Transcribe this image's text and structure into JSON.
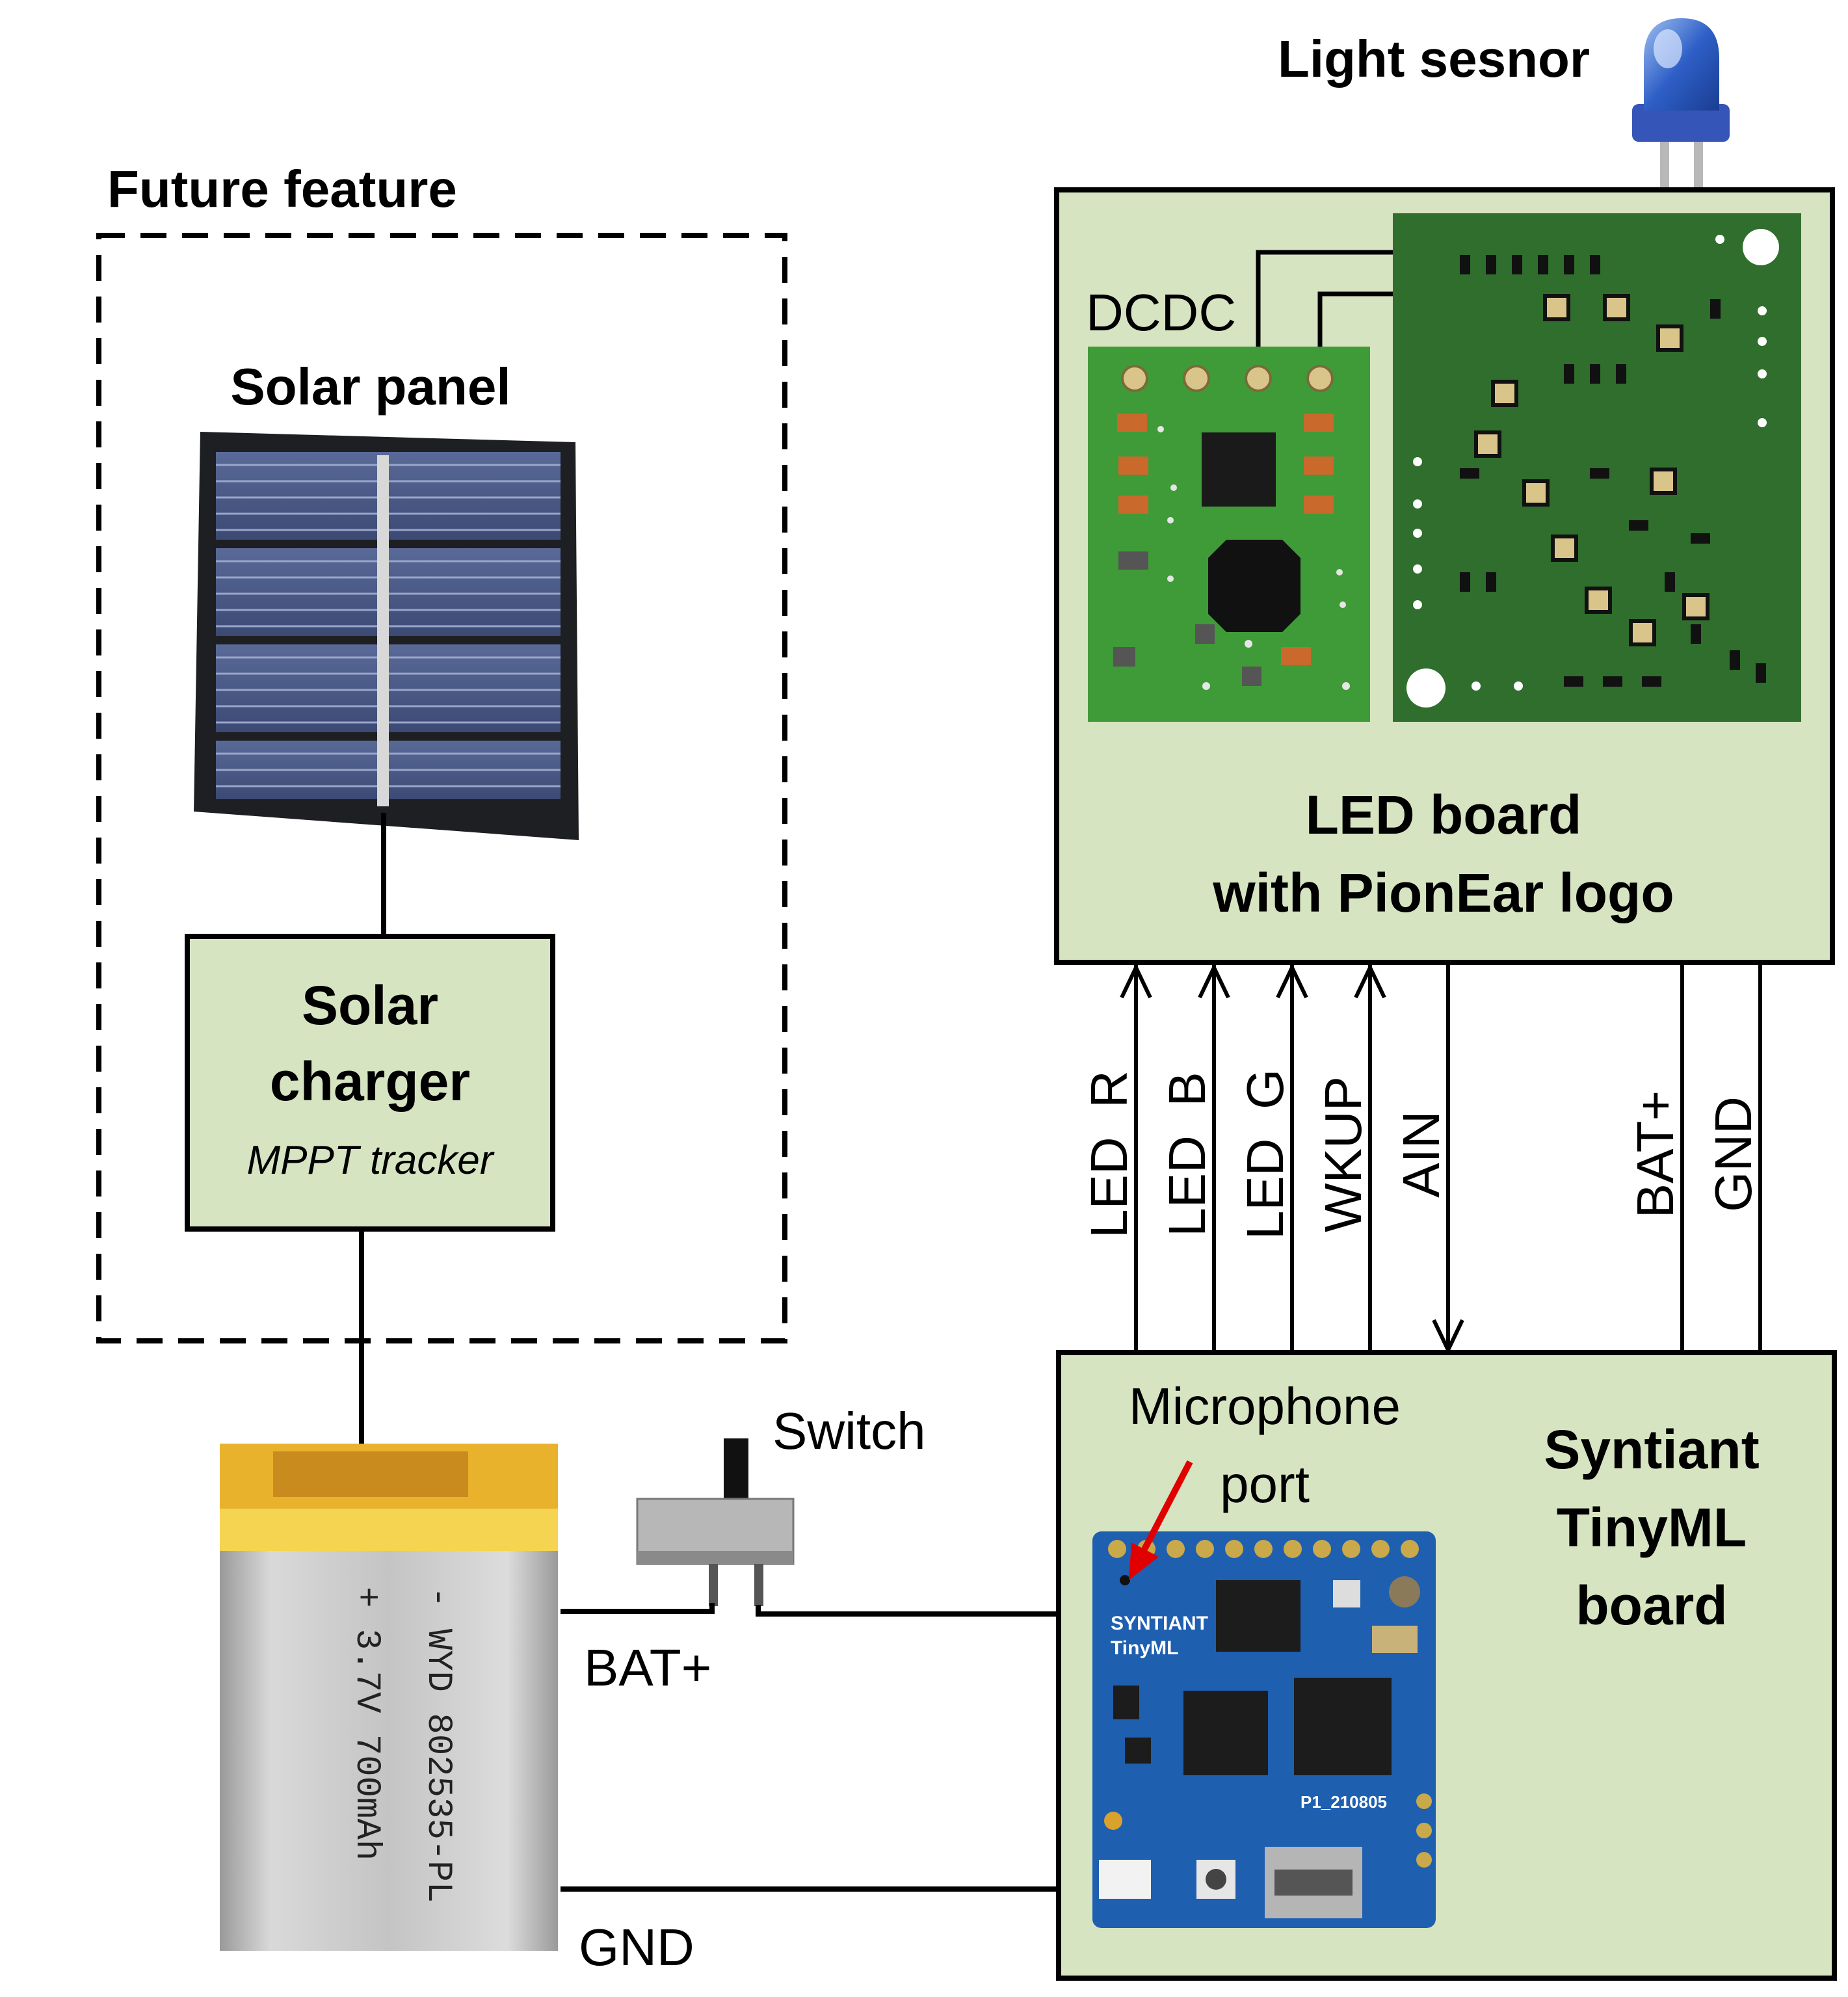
{
  "labels": {
    "light_sensor": "Light sesnor",
    "future_feature": "Future feature",
    "solar_panel": "Solar panel",
    "solar_charger_line1": "Solar",
    "solar_charger_line2": "charger",
    "solar_charger_sub": "MPPT tracker",
    "dcdc": "DCDC",
    "led_board_line1": "LED board",
    "led_board_line2": "with PionEar logo",
    "switch": "Switch",
    "bat_plus": "BAT+",
    "gnd": "GND",
    "microphone_line1": "Microphone",
    "microphone_line2": "port",
    "syntiant_line1": "Syntiant",
    "syntiant_line2": "TinyML",
    "syntiant_line3": "board"
  },
  "signals": [
    {
      "name": "LED_R",
      "direction": "up"
    },
    {
      "name": "LED_B",
      "direction": "up"
    },
    {
      "name": "LED_G",
      "direction": "up"
    },
    {
      "name": "WKUP",
      "direction": "up"
    },
    {
      "name": "AIN",
      "direction": "down"
    },
    {
      "name": "BAT+",
      "direction": "none"
    },
    {
      "name": "GND",
      "direction": "none"
    }
  ],
  "battery_print": {
    "line1": "- WYD 802535-PL",
    "line2": "+ 3.7V 700mAh"
  },
  "syntiant_board_print": {
    "brand": "SYNTIANT",
    "model": "TinyML",
    "revision": "P1_210805"
  },
  "colors": {
    "box_fill": "#d6e4c1",
    "pcb_green": "#2f6e2c",
    "pcb_green_light": "#3f9b37",
    "pcb_blue": "#1f5fb0",
    "battery_silver": "#c8c8c8",
    "battery_yellow": "#f2c42a",
    "solar_cell": "#4a5a84",
    "arrow_red": "#e00000"
  }
}
